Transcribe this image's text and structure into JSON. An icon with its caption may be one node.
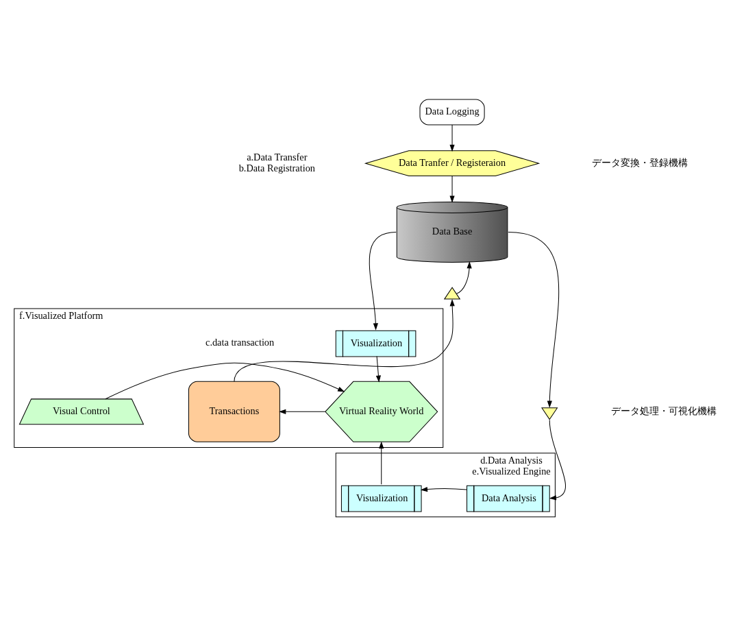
{
  "diagram": {
    "nodes": [
      {
        "text": [
          "Data Logging"
        ]
      },
      {
        "text": [
          "Data Tranfer / Registeraion"
        ],
        "beside": [
          "a.Data Transfer",
          "b.Data Registration"
        ]
      },
      {
        "text": [
          "Data Base"
        ]
      },
      {
        "text": [
          "f.Visualized Platform"
        ]
      },
      {
        "text": [
          "Visualization"
        ],
        "in": 3
      },
      {
        "text": [
          "Visual Control"
        ],
        "in": 3
      },
      {
        "text": [
          "Virtual Reality World"
        ],
        "in": 3
      },
      {
        "text": [
          "Transactions"
        ],
        "in": 3,
        "beside": [
          "c.data transaction"
        ]
      },
      {
        "text": [
          "d.Data Analysis",
          "e.Visualized Engine"
        ]
      },
      {
        "text": [
          "Visualization"
        ],
        "in": 8
      },
      {
        "text": [
          "Data Analysis"
        ],
        "in": 8
      },
      {
        "text": [],
        "shape": "triangle"
      },
      {
        "text": [],
        "shape": "triangle"
      }
    ],
    "edges": [
      {
        "from": 0,
        "to": 1,
        "arrow": "to"
      },
      {
        "from": 1,
        "to": 2,
        "arrow": "to"
      },
      {
        "from": 2,
        "to": 4,
        "arrow": "to"
      },
      {
        "from": 2,
        "to": 12,
        "arrow": "to"
      },
      {
        "from": 12,
        "to": 10,
        "arrow": "to"
      },
      {
        "from": 7,
        "to": 11,
        "arrow": "to"
      },
      {
        "from": 11,
        "to": 2,
        "arrow": "to"
      },
      {
        "from": 4,
        "to": 6,
        "arrow": "to"
      },
      {
        "from": 5,
        "to": 6,
        "arrow": "to"
      },
      {
        "from": 6,
        "to": 7,
        "arrow": "to"
      },
      {
        "from": 10,
        "to": 9,
        "arrow": "to"
      },
      {
        "from": 9,
        "to": 6,
        "arrow": "to"
      }
    ],
    "labels": [
      "データ変換・登録機構",
      "データ処理・可視化機構"
    ]
  }
}
